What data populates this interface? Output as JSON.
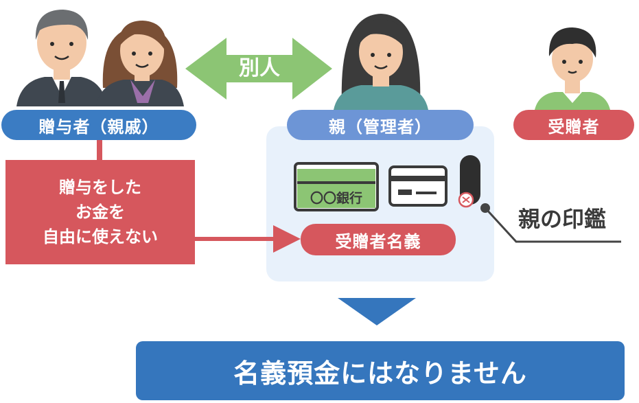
{
  "people": {
    "donor_label": "贈与者（親戚）",
    "manager_label": "親（管理者）",
    "recipient_label": "受贈者"
  },
  "separate_label": "別人",
  "donor_box": {
    "lines": [
      "贈与をした",
      "お金を",
      "自由に使えない"
    ]
  },
  "account": {
    "bank_card_text": "〇〇銀行",
    "name_label": "受贈者名義"
  },
  "seal_label": "親の印鑑",
  "conclusion": "名義預金にはなりません",
  "colors": {
    "blue": "#3b7cc3",
    "light_blue": "#6d95d6",
    "red": "#d6575d",
    "green": "#8cc574",
    "panel": "#e8f1fb"
  }
}
